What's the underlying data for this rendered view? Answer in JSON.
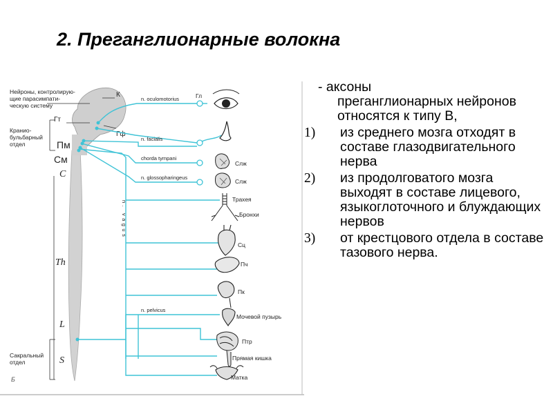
{
  "title": "2. Преганглионарные волокна",
  "description": {
    "intro_line1": "- аксоны",
    "intro_rest": "преганглионарных нейронов относятся к типу В,",
    "items": [
      {
        "num": "1)",
        "text": "из среднего мозга отходят в составе глазодвигательного нерва"
      },
      {
        "num": "2)",
        "text": "из продолговатого мозга выходят в составе лицевого, языкоглоточного и блуждающих нервов"
      },
      {
        "num": "3)",
        "text": "от крестцового отдела в составе тазового нерва."
      }
    ]
  },
  "diagram": {
    "left_labels": {
      "neurons": "Нейроны, контролирую-щие парасимпати-ческую систему",
      "neurons_lines": [
        "Нейроны, контролирую-",
        "щие парасимпати-",
        "ческую систему"
      ],
      "cranio_lines": [
        "Кранио-",
        "бульбарный",
        "отдел"
      ],
      "sacral_lines": [
        "Сакральный",
        "отдел"
      ]
    },
    "brain_labels": {
      "k": "К",
      "gt": "Гт",
      "gf": "Гф",
      "pm": "Пм",
      "sm": "См"
    },
    "segments": {
      "c": "C",
      "th": "Th",
      "l": "L",
      "s": "S"
    },
    "nerves": {
      "oculomotorius": "n. oculomotorius",
      "facialis": "n. facialis",
      "chorda": "chorda tympani",
      "glosso": "n. glossopharingeus",
      "vagus": "n. vagus",
      "pelvicus": "n. pelvicus"
    },
    "organs": {
      "gl": "Гл",
      "slzh1": "Слж",
      "slzh2": "Слж",
      "trachea": "Трахея",
      "bronchi": "Бронхи",
      "sc": "Сц",
      "pch": "Пч",
      "pk": "Пк",
      "bladder": "Мочевой пузырь",
      "ptr": "Птр",
      "rectum": "Прямая кишка",
      "uterus": "Матка"
    },
    "corner": "Б",
    "colors": {
      "nerve": "#3fc3d6",
      "body": "#c8c8c8",
      "ink": "#222222"
    }
  }
}
